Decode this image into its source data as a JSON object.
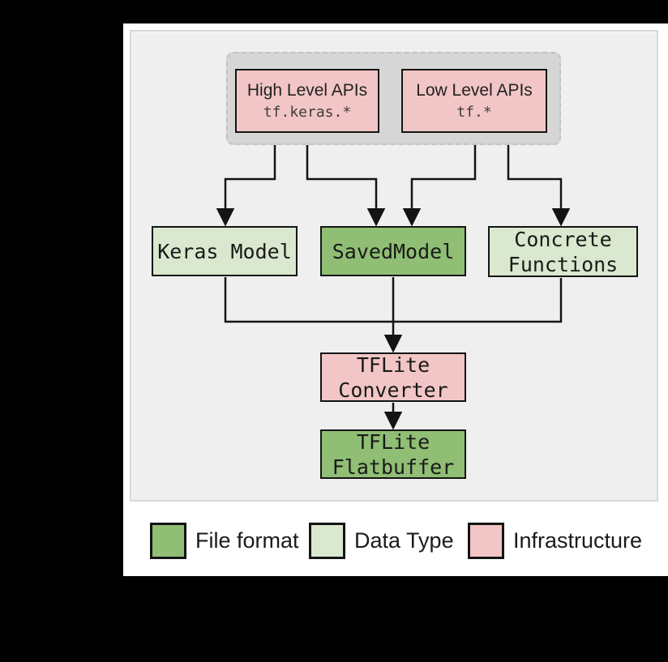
{
  "diagram": {
    "high_level_apis": {
      "title": "High Level APIs",
      "subtitle": "tf.keras.*"
    },
    "low_level_apis": {
      "title": "Low Level APIs",
      "subtitle": "tf.*"
    },
    "keras_model": {
      "line1": "Keras Model"
    },
    "saved_model": {
      "line1": "SavedModel"
    },
    "concrete_functions": {
      "line1": "Concrete",
      "line2": "Functions"
    },
    "tflite_converter": {
      "line1": "TFLite",
      "line2": "Converter"
    },
    "tflite_flatbuffer": {
      "line1": "TFLite",
      "line2": "Flatbuffer"
    }
  },
  "legend": {
    "items": [
      {
        "label": "File format",
        "color": "#8fbe74"
      },
      {
        "label": "Data Type",
        "color": "#d9e8ce"
      },
      {
        "label": "Infrastructure",
        "color": "#f2c6c6"
      }
    ]
  },
  "colors": {
    "file_format": "#8fbe74",
    "data_type": "#d9e8ce",
    "infrastructure": "#f2c6c6",
    "api_container": "#d6d6d6",
    "diagram_background": "#efefef",
    "connector": "#141414"
  }
}
